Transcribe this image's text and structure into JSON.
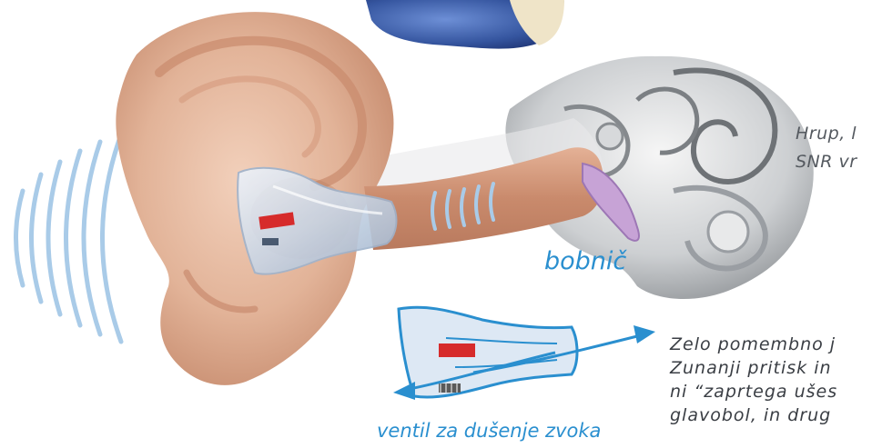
{
  "labels": {
    "eardrum": "bobnič",
    "valve": "ventil za dušenje zvoka",
    "noise_text": [
      "Hrup, l",
      "SNR vr"
    ],
    "important_text": [
      "Zelo pomembno j",
      "Zunanji pritisk in",
      "ni “zaprtega ušes",
      "glavobol, in drug"
    ]
  },
  "colors": {
    "accent_blue": "#2a8fcf",
    "wave_blue": "#a9cbe8",
    "skin": "#e3b69d",
    "canal": "#c98a6c",
    "plug": "#c9d6e6",
    "plug_red": "#d62b2b",
    "inner_ear_gray": "#9a9ea3"
  },
  "icons": [
    "sound-wave-icon",
    "earplug-icon",
    "arrow-right-icon",
    "arrow-left-icon"
  ]
}
